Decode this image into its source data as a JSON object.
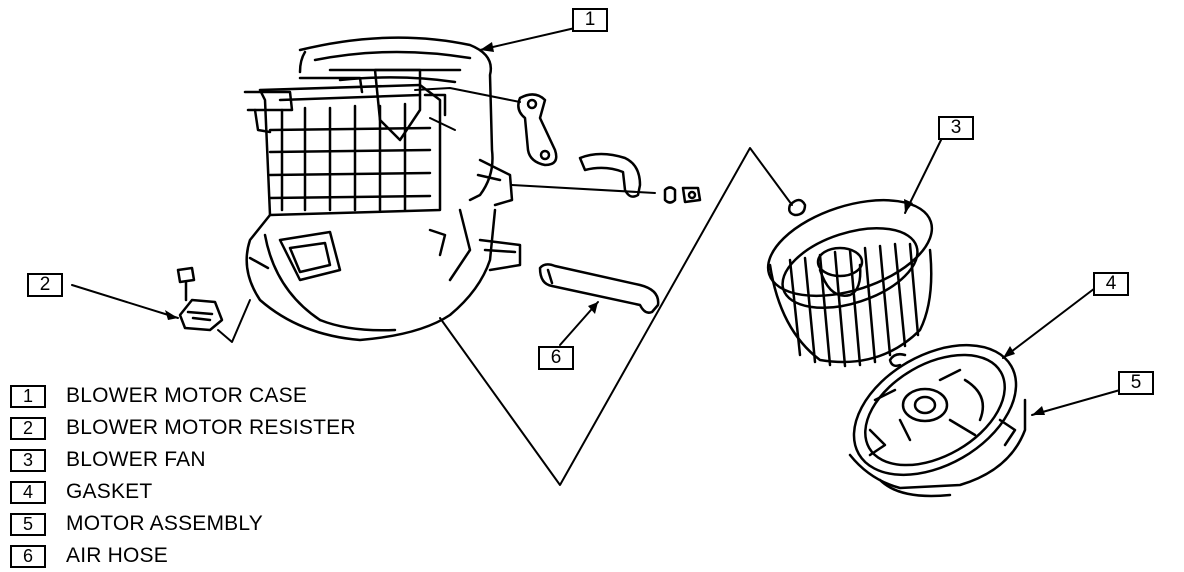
{
  "callouts": {
    "c1": "1",
    "c2": "2",
    "c3": "3",
    "c4": "4",
    "c5": "5",
    "c6": "6"
  },
  "legend": [
    {
      "num": "1",
      "text": "BLOWER MOTOR CASE"
    },
    {
      "num": "2",
      "text": "BLOWER MOTOR RESISTER"
    },
    {
      "num": "3",
      "text": "BLOWER FAN"
    },
    {
      "num": "4",
      "text": "GASKET"
    },
    {
      "num": "5",
      "text": "MOTOR ASSEMBLY"
    },
    {
      "num": "6",
      "text": "AIR HOSE"
    }
  ]
}
